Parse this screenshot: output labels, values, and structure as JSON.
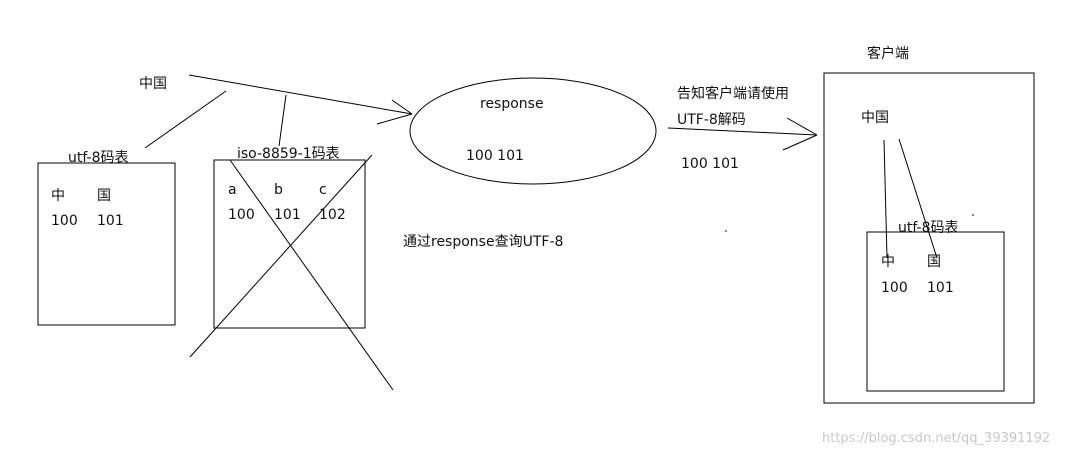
{
  "left_label": "中国",
  "utf8_table": {
    "title": "utf-8码表",
    "chars": [
      "中",
      "国"
    ],
    "codes": [
      "100",
      "101"
    ]
  },
  "iso_table": {
    "title": "iso-8859-1码表",
    "chars": [
      "a",
      "b",
      "c"
    ],
    "codes": [
      "100",
      "101",
      "102"
    ]
  },
  "response": {
    "label": "response",
    "codes": "100 101"
  },
  "query_note": "通过response查询UTF-8",
  "notify_text": {
    "line1": "告知客户端请使用",
    "line2": "UTF-8解码"
  },
  "transfer_codes": "100 101",
  "client": {
    "title": "客户端",
    "label": "中国",
    "table": {
      "title": "utf-8码表",
      "chars": [
        "中",
        "国"
      ],
      "codes": [
        "100",
        "101"
      ]
    }
  },
  "watermark": "https://blog.csdn.net/qq_39391192"
}
